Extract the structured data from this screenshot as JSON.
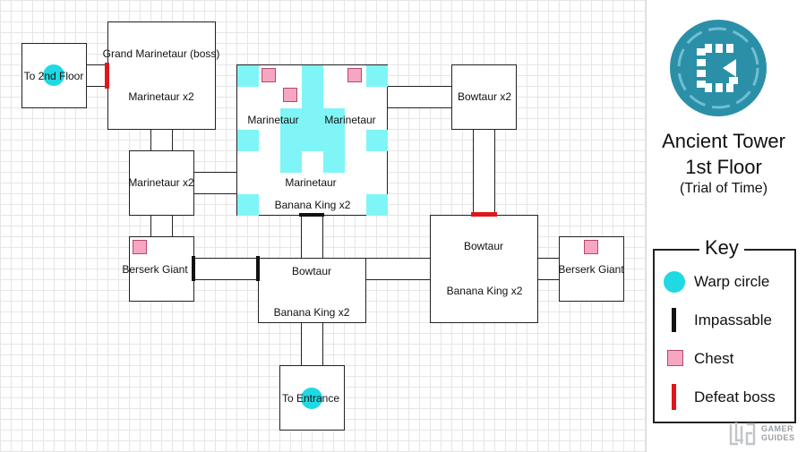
{
  "map": {
    "title_line1": "Ancient Tower",
    "title_line2": "1st Floor",
    "subtitle": "(Trial of Time)",
    "rooms": {
      "to_2nd_floor": "To 2nd Floor",
      "boss_room_top": "Grand Marinetaur (boss)",
      "boss_room_bottom": "Marinetaur x2",
      "bowtaur_ne": "Bowtaur x2",
      "marinetaur_room": "Marinetaur x2",
      "big_room_left": "Marinetaur",
      "big_room_right": "Marinetaur",
      "big_room_center": "Marinetaur",
      "big_room_bottom": "Banana King x2",
      "berserk_left": "Berserk Giant",
      "center_top": "Bowtaur",
      "center_bottom": "Banana King x2",
      "east_top": "Bowtaur",
      "east_bottom": "Banana King x2",
      "berserk_right": "Berserk Giant",
      "to_entrance": "To Entrance"
    }
  },
  "key": {
    "title": "Key",
    "items": [
      {
        "label": "Warp circle",
        "icon": "warp-circle-icon",
        "color": "#1fd9e3"
      },
      {
        "label": "Impassable",
        "icon": "impassable-icon",
        "color": "#111111"
      },
      {
        "label": "Chest",
        "icon": "chest-icon",
        "color": "#f6a6c1"
      },
      {
        "label": "Defeat boss",
        "icon": "defeat-boss-icon",
        "color": "#e0161b"
      }
    ]
  },
  "brand": {
    "line1": "GAMER",
    "line2": "GUIDES"
  },
  "colors": {
    "warp": "#1fd9e3",
    "water": "#7ff5f7",
    "chest": "#f6a6c1",
    "boss_gate": "#e0161b",
    "impassable": "#111111",
    "logo": "#2b8fa8"
  }
}
